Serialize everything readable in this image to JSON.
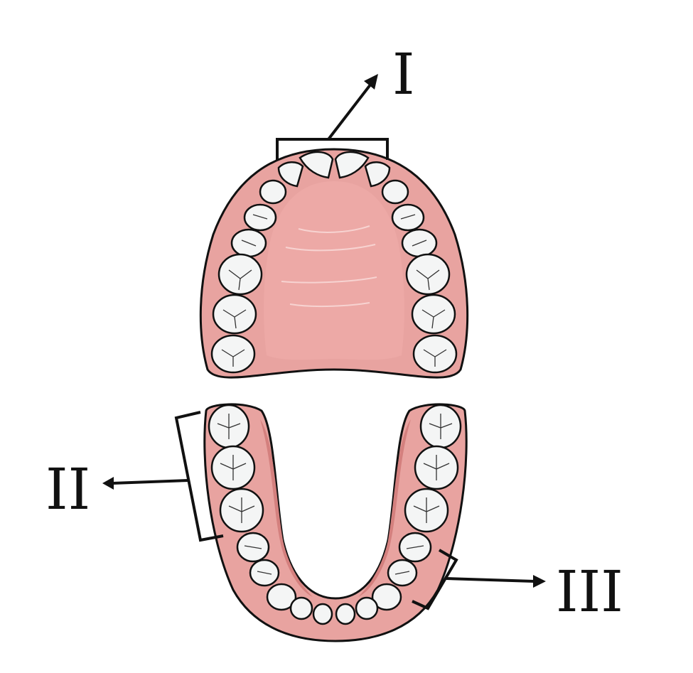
{
  "labels": {
    "upper_incisors": "I",
    "lower_molars": "II",
    "lower_premolars": "III"
  },
  "colors": {
    "gum": "#e8a3a0",
    "gum_dark": "#d4807e",
    "palate": "#eda9a6",
    "tooth": "#f4f5f5",
    "tooth_shade": "#d9dcdc",
    "outline": "#111111"
  }
}
